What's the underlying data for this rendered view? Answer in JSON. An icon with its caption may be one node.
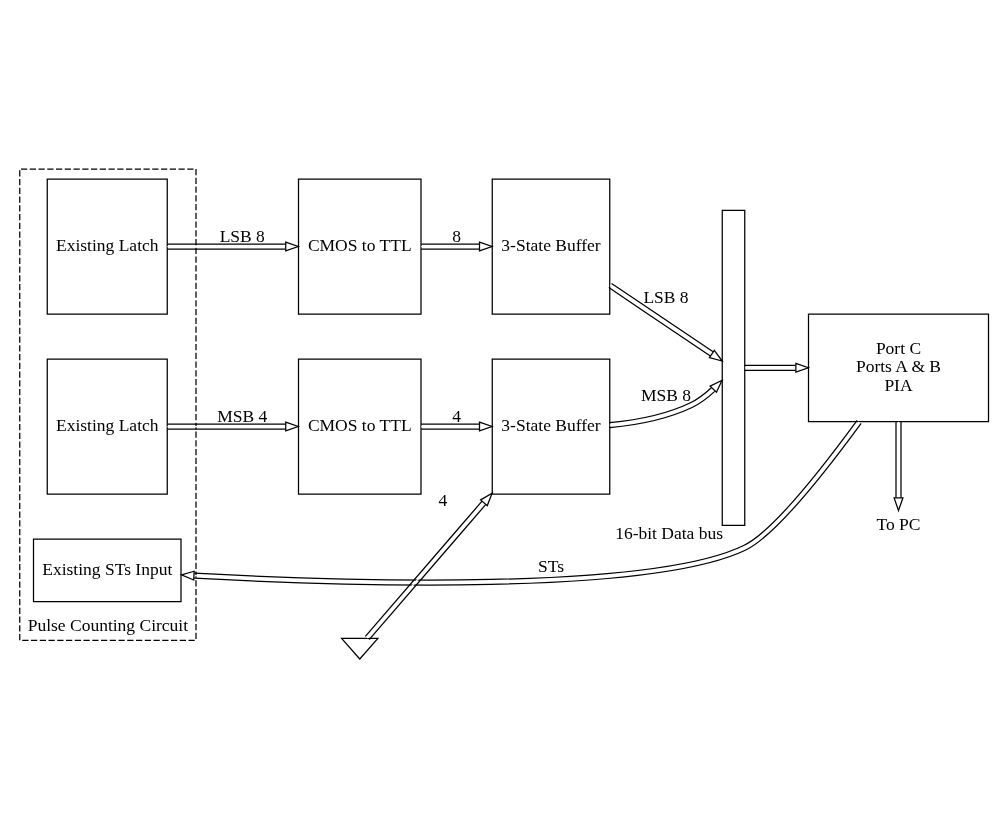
{
  "diagram": {
    "nodes": [
      {
        "text": [
          "Pulse Counting Circuit"
        ]
      },
      {
        "text": [
          "Existing Latch"
        ],
        "in": 0
      },
      {
        "text": [
          "Existing Latch"
        ],
        "in": 0
      },
      {
        "text": [
          "Existing STs Input"
        ],
        "in": 0
      },
      {
        "text": [
          "CMOS to TTL"
        ]
      },
      {
        "text": [
          "CMOS to TTL"
        ]
      },
      {
        "text": [
          "3-State Buffer"
        ]
      },
      {
        "text": [
          "3-State Buffer"
        ]
      },
      {
        "text": [
          "16-bit Data bus"
        ]
      },
      {
        "text": [
          "Port C",
          "Ports A & B",
          "PIA"
        ]
      },
      {
        "text": [],
        "shape": "ground"
      },
      {
        "text": [
          "To PC"
        ]
      }
    ],
    "edges": [
      {
        "from": 1,
        "to": 4,
        "arrow": "to",
        "label": "LSB 8"
      },
      {
        "from": 2,
        "to": 5,
        "arrow": "to",
        "label": "MSB 4"
      },
      {
        "from": 4,
        "to": 6,
        "arrow": "to",
        "label": "8"
      },
      {
        "from": 5,
        "to": 7,
        "arrow": "to",
        "label": "4"
      },
      {
        "from": 10,
        "to": 7,
        "arrow": "to",
        "label": "4"
      },
      {
        "from": 6,
        "to": 8,
        "arrow": "to",
        "label": "LSB 8"
      },
      {
        "from": 7,
        "to": 8,
        "arrow": "to",
        "label": "MSB 8"
      },
      {
        "from": 8,
        "to": 9,
        "arrow": "to"
      },
      {
        "from": 9,
        "to": 3,
        "arrow": "to",
        "label": "STs"
      },
      {
        "from": 9,
        "to": 11,
        "arrow": "to"
      }
    ]
  }
}
